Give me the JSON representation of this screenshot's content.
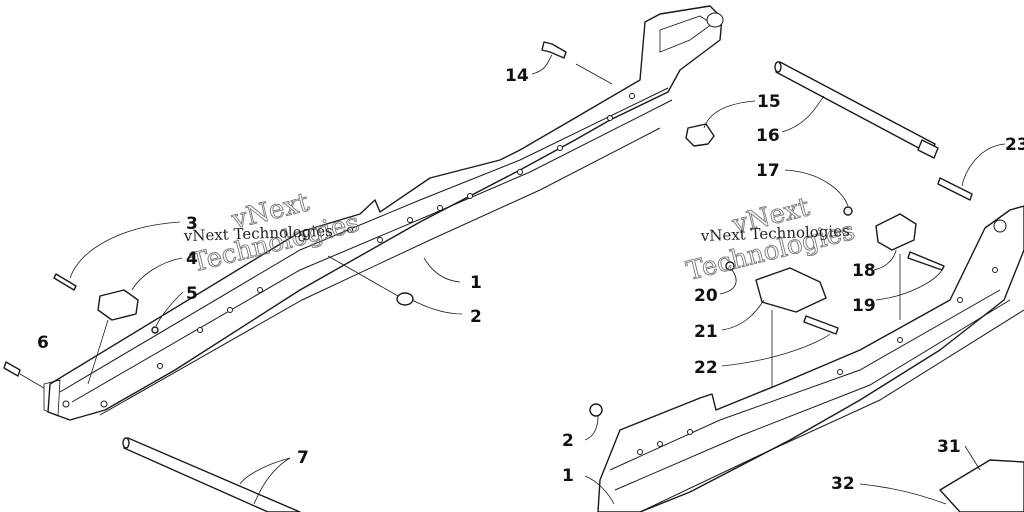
{
  "colors": {
    "line": "#1a1a1a",
    "background": "#ffffff",
    "watermark": "#777777"
  },
  "watermarks": [
    {
      "line1": "vNext",
      "line2": "Technologies",
      "caption": "vNext Technologies"
    },
    {
      "line1": "vNext",
      "line2": "Technologies",
      "caption": "vNext Technologies"
    }
  ],
  "callouts": {
    "c1a": "1",
    "c1b": "1",
    "c2a": "2",
    "c2b": "2",
    "c3": "3",
    "c4": "4",
    "c5": "5",
    "c6": "6",
    "c7": "7",
    "c14": "14",
    "c15": "15",
    "c16": "16",
    "c17": "17",
    "c18": "18",
    "c19": "19",
    "c20": "20",
    "c21": "21",
    "c22": "22",
    "c23": "23",
    "c31": "31",
    "c32": "32"
  }
}
